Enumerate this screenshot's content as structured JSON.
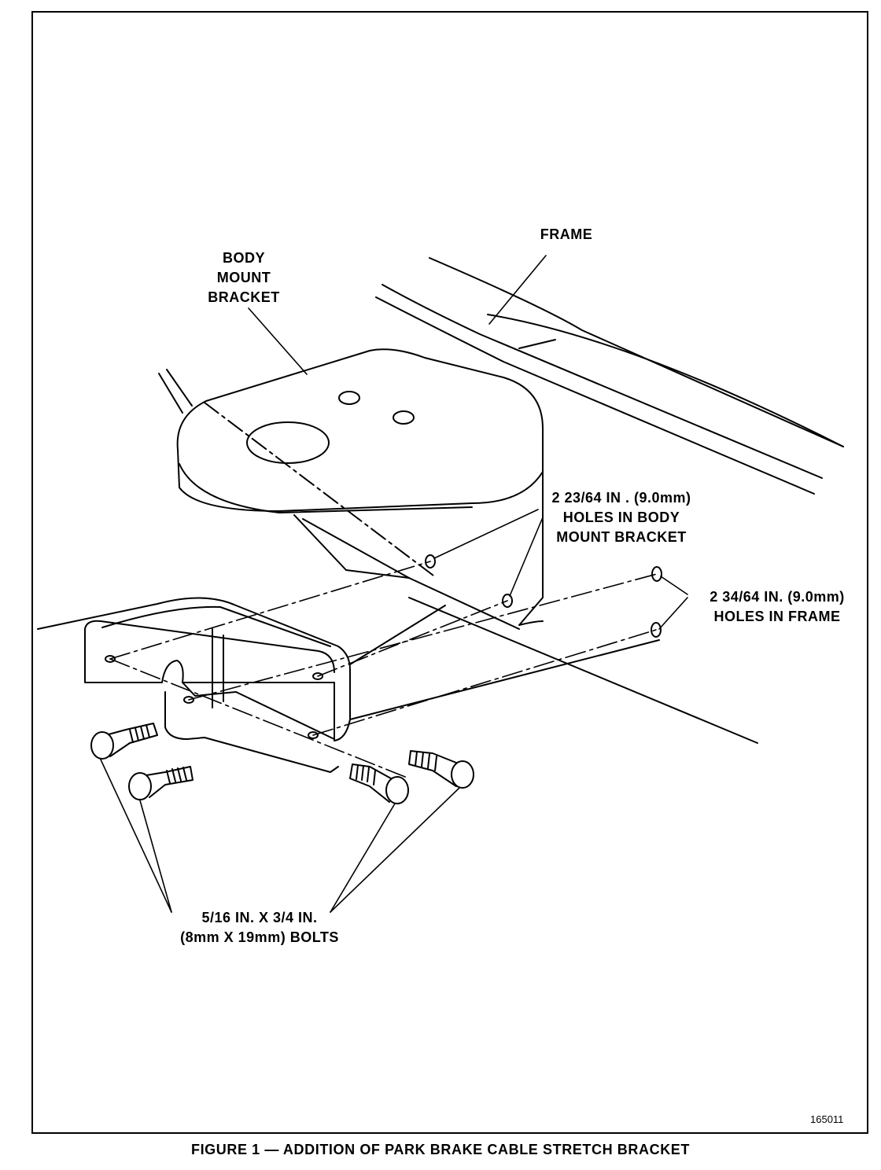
{
  "labels": {
    "frame": "FRAME",
    "body_mount_bracket": [
      "BODY",
      "MOUNT",
      "BRACKET"
    ],
    "holes_body_mount": [
      "2 23/64 IN . (9.0mm)",
      "HOLES IN BODY",
      "MOUNT BRACKET"
    ],
    "holes_frame": [
      "2 34/64 IN.  (9.0mm)",
      "HOLES IN FRAME"
    ],
    "bolts": [
      "5/16 IN. X 3/4 IN.",
      "(8mm X 19mm) BOLTS"
    ]
  },
  "figure_id": "165011",
  "caption": "FIGURE 1 — ADDITION OF PARK BRAKE CABLE STRETCH BRACKET"
}
